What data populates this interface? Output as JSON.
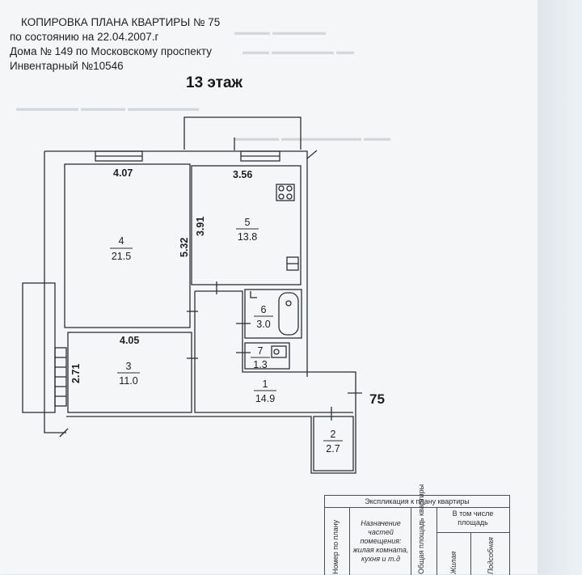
{
  "header": {
    "line1": "КОПИРОВКА ПЛАНА КВАРТИРЫ № 75",
    "line2": "по состоянию на 22.04.2007.г",
    "line3": "Дома № 149 по Московскому проспекту",
    "line4": "Инвентарный №10546"
  },
  "floor_title": "13 этаж",
  "apartment_number": "75",
  "dimensions": {
    "room4_width": "4.07",
    "room4_height": "5.32",
    "room5_width": "3.56",
    "room5_height": "3.91",
    "room3_width": "4.05",
    "room3_height": "2.71"
  },
  "rooms": [
    {
      "number": "4",
      "area": "21.5"
    },
    {
      "number": "5",
      "area": "13.8"
    },
    {
      "number": "6",
      "area": "3.0"
    },
    {
      "number": "7",
      "area": "1.3"
    },
    {
      "number": "3",
      "area": "11.0"
    },
    {
      "number": "1",
      "area": "14.9"
    },
    {
      "number": "2",
      "area": "2.7"
    }
  ],
  "table": {
    "title": "Экспликация к плану квартиры",
    "col_room_no": "Номер по плану",
    "col_purpose": "Назначение частей помещения: жилая комната, кухня и т.д",
    "col_total_area": "Общая площадь квартиры",
    "col_incl": "В том числе площадь",
    "col_living": "Жилая",
    "col_aux": "Подсобная"
  }
}
